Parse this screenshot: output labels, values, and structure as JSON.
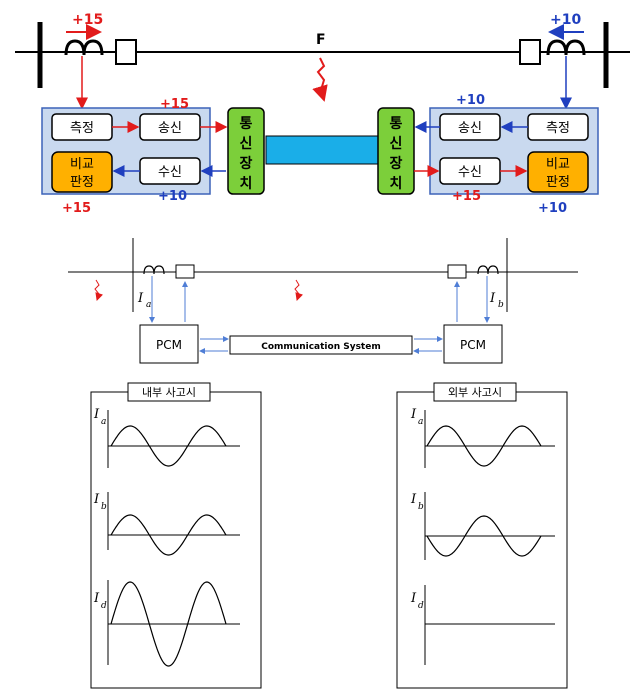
{
  "top": {
    "fault_label": "F",
    "left": {
      "current_label": "+15",
      "measure": "측정",
      "send": "송신",
      "send_value": "+15",
      "receive": "수신",
      "receive_value": "+10",
      "compare_line1": "비교",
      "compare_line2": "판정",
      "compare_value": "+15",
      "comm_chars": [
        "통",
        "신",
        "장",
        "치"
      ]
    },
    "right": {
      "current_label": "+10",
      "measure": "측정",
      "send": "송신",
      "send_value": "+10",
      "receive": "수신",
      "receive_value": "+15",
      "compare_line1": "비교",
      "compare_line2": "판정",
      "compare_value": "+10",
      "comm_chars": [
        "통",
        "신",
        "장",
        "치"
      ]
    },
    "colors": {
      "red": "#e21b1b",
      "blue": "#1f3fbf",
      "panel": "#c9d9ef",
      "comm_green": "#7ccf3a",
      "link_cyan": "#1aaee8",
      "compare_orange": "#ffb000"
    }
  },
  "middle": {
    "current_a": "I",
    "current_a_sub": "a",
    "current_b": "I",
    "current_b_sub": "b",
    "pcm_left": "PCM",
    "pcm_right": "PCM",
    "comm_system": "Communication System"
  },
  "bottom": {
    "internal_title": "내부 사고시",
    "external_title": "외부 사고시",
    "labels": [
      {
        "main": "I",
        "sub": "a"
      },
      {
        "main": "I",
        "sub": "b"
      },
      {
        "main": "I",
        "sub": "d"
      }
    ]
  }
}
